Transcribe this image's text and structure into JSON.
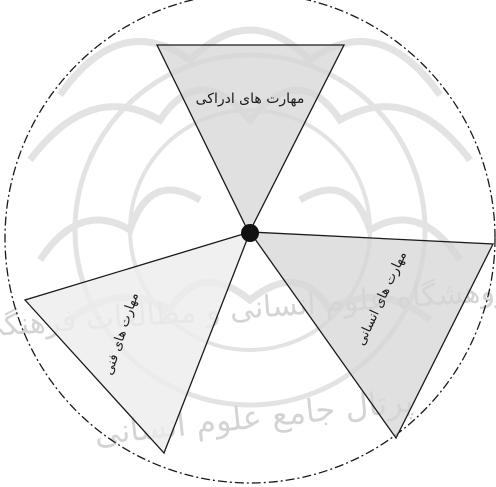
{
  "diagram": {
    "top_label": "مهارت های ادراکی",
    "right_label": "مهارت های انسانی",
    "left_label": "مهارت های فنی",
    "watermark_line1": "پژوهشگاه علوم انسانی و مطالعات فرهنگی",
    "watermark_line2": "پرتال جامع علوم انسانی"
  },
  "colors": {
    "triangle_fill": "#d6d6d6",
    "line": "#1a1a1a",
    "center_dot": "#111111",
    "watermark": "#d4d4d4"
  }
}
